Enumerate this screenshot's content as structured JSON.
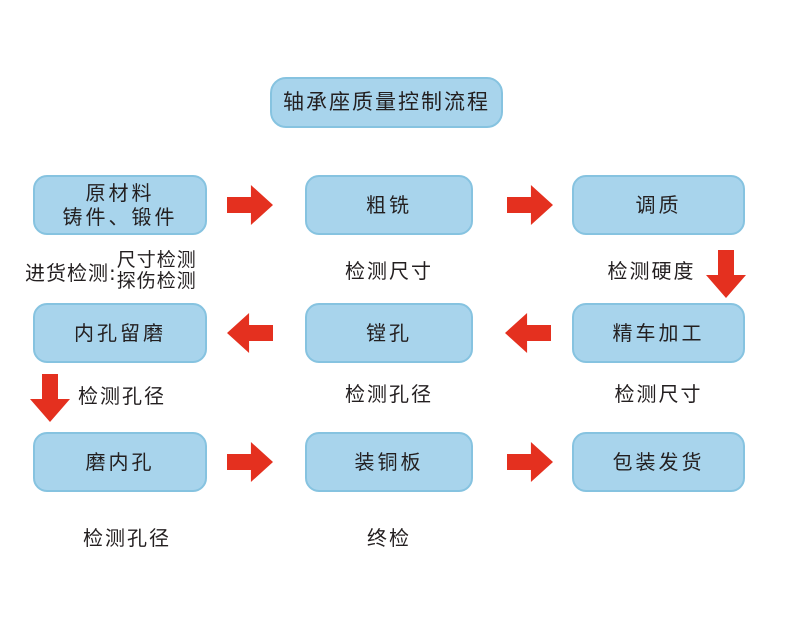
{
  "title": "轴承座质量控制流程",
  "colors": {
    "box_fill": "#a8d4ec",
    "box_border": "#86c3e0",
    "arrow_red": "#e4301f",
    "text": "#231f20",
    "background": "#ffffff"
  },
  "boxes": {
    "raw_material": "原材料\n铸件、锻件",
    "rough_milling": "粗铣",
    "tempering": "调质",
    "bore_grind_allowance": "内孔留磨",
    "boring": "镗孔",
    "fine_turning": "精车加工",
    "grind_bore": "磨内孔",
    "copper_plate": "装铜板",
    "pack_ship": "包装发货"
  },
  "captions": {
    "incoming_label": "进货检测:",
    "incoming_items": "尺寸检测\n探伤检测",
    "check_size_row1": "检测尺寸",
    "check_hardness": "检测硬度",
    "check_bore_row2_left": "检测孔径",
    "check_bore_row2_mid": "检测孔径",
    "check_size_row2": "检测尺寸",
    "check_bore_row3": "检测孔径",
    "final_inspection": "终检"
  }
}
